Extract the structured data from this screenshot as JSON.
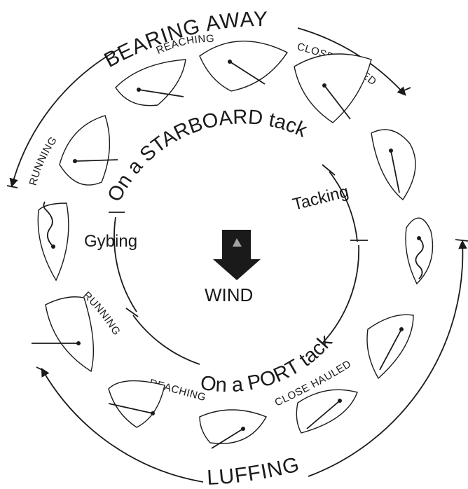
{
  "labels": {
    "bearing_away": "BEARING AWAY",
    "luffing": "LUFFING",
    "starboard_tack": "On a STARBOARD tack",
    "port_tack": "On a PORT tack",
    "tacking": "Tacking",
    "gybing": "Gybing",
    "wind": "WIND",
    "reaching_top": "REACHING",
    "close_hauled_top": "CLOSE HAULED",
    "running_left": "RUNNING",
    "running_lower": "RUNNING",
    "reaching_bottom": "REACHING",
    "close_hauled_bottom": "CLOSE HAULED"
  },
  "colors": {
    "ink": "#1a1a1a",
    "background": "#ffffff"
  },
  "icons": {
    "wind": "wind-arrow-icon",
    "boat": "dinghy-boat-icon"
  }
}
